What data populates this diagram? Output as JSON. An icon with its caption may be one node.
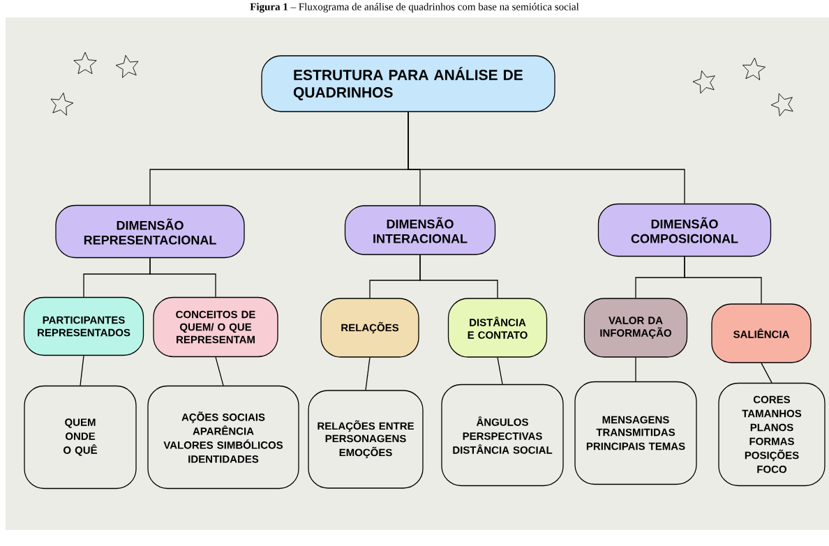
{
  "diagram": {
    "title": "**Figura 1** – Fluxograma de análise de quadrinhos com base na semiótica social",
    "nodes": [
      {
        "text": [
          "ESTRUTURA PARA ANÁLISE DE QUADRINHOS"
        ]
      },
      {
        "text": [
          "DIMENSÃO REPRESENTACIONAL"
        ]
      },
      {
        "text": [
          "DIMENSÃO INTERACIONAL"
        ]
      },
      {
        "text": [
          "DIMENSÃO COMPOSICIONAL"
        ]
      },
      {
        "text": [
          "PARTICIPANTES REPRESENTADOS"
        ]
      },
      {
        "text": [
          "CONCEITOS DE QUEM/ O QUE REPRESENTAM"
        ]
      },
      {
        "text": [
          "RELAÇÕES"
        ]
      },
      {
        "text": [
          "DISTÂNCIA E CONTATO"
        ]
      },
      {
        "text": [
          "VALOR DA INFORMAÇÃO"
        ]
      },
      {
        "text": [
          "SALIÊNCIA"
        ]
      },
      {
        "text": [
          "QUEM",
          "ONDE",
          "O QUÊ"
        ]
      },
      {
        "text": [
          "AÇÕES SOCIAIS",
          "APARÊNCIA",
          "VALORES SIMBÓLICOS",
          "IDENTIDADES"
        ]
      },
      {
        "text": [
          "RELAÇÕES ENTRE PERSONAGENS",
          "EMOÇÕES"
        ]
      },
      {
        "text": [
          "ÂNGULOS",
          "PERSPECTIVAS",
          "DISTÂNCIA SOCIAL"
        ]
      },
      {
        "text": [
          "MENSAGENS TRANSMITIDAS",
          "PRINCIPAIS TEMAS"
        ]
      },
      {
        "text": [
          "CORES",
          "TAMANHOS",
          "PLANOS",
          "FORMAS",
          "POSIÇÕES",
          "FOCO"
        ]
      }
    ],
    "edges": [
      {
        "from": 0,
        "to": 1,
        "arrow": "none"
      },
      {
        "from": 0,
        "to": 2,
        "arrow": "none"
      },
      {
        "from": 0,
        "to": 3,
        "arrow": "none"
      },
      {
        "from": 1,
        "to": 4,
        "arrow": "none"
      },
      {
        "from": 1,
        "to": 5,
        "arrow": "none"
      },
      {
        "from": 2,
        "to": 6,
        "arrow": "none"
      },
      {
        "from": 2,
        "to": 7,
        "arrow": "none"
      },
      {
        "from": 3,
        "to": 8,
        "arrow": "none"
      },
      {
        "from": 3,
        "to": 9,
        "arrow": "none"
      },
      {
        "from": 4,
        "to": 10,
        "arrow": "none"
      },
      {
        "from": 5,
        "to": 11,
        "arrow": "none"
      },
      {
        "from": 6,
        "to": 12,
        "arrow": "none"
      },
      {
        "from": 7,
        "to": 13,
        "arrow": "none"
      },
      {
        "from": 8,
        "to": 14,
        "arrow": "none"
      },
      {
        "from": 9,
        "to": 15,
        "arrow": "none"
      }
    ]
  }
}
